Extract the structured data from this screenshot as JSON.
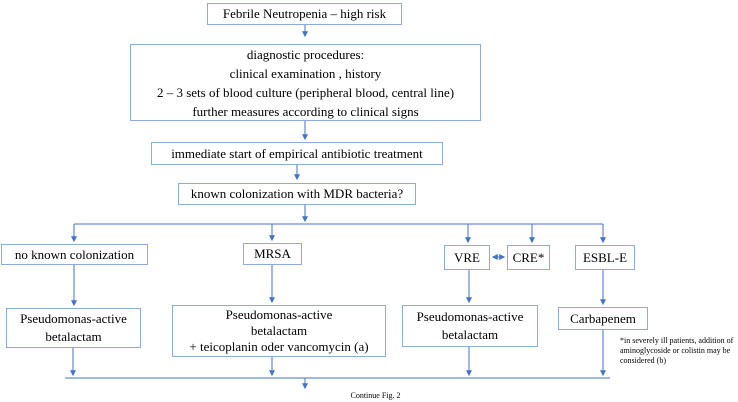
{
  "title": "Febrile Neutropenia – high risk",
  "diagnostics": {
    "lines": [
      "diagnostic procedures:",
      "clinical examination , history",
      "2 – 3 sets of blood culture (peripheral blood, central line)",
      "further measures according to clinical signs"
    ]
  },
  "immediate": "immediate start of empirical antibiotic treatment",
  "question": "known colonization with MDR bacteria?",
  "colonization": {
    "none": "no known colonization",
    "mrsa": "MRSA",
    "vre": "VRE",
    "cre": "CRE*",
    "esbl": "ESBL-E"
  },
  "treatments": {
    "none": {
      "lines": [
        "Pseudomonas-active",
        "betalactam"
      ]
    },
    "mrsa": {
      "lines": [
        "Pseudomonas-active",
        "betalactam",
        "+ teicoplanin oder vancomycin (a)"
      ]
    },
    "vre_cre": {
      "lines": [
        "Pseudomonas-active",
        "betalactam"
      ]
    },
    "esbl": "Carbapenem"
  },
  "footnote": {
    "lines": [
      "*in severely ill patients, addition of",
      "aminoglycoside or colistin may be",
      "considered (b)"
    ]
  },
  "continue_label": "Continue Fig. 2",
  "colors": {
    "box_border": "#8faadc",
    "connector": "#4472c4",
    "text": "#000000"
  }
}
